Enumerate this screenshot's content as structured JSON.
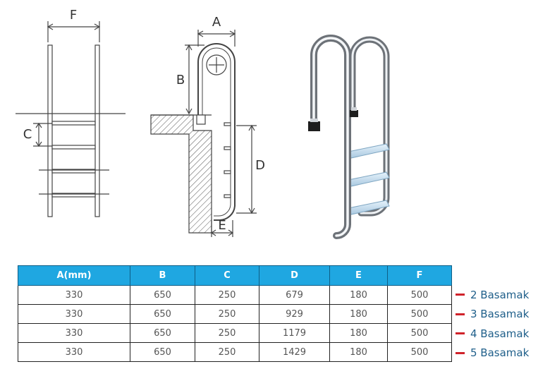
{
  "diagram": {
    "dimension_labels": {
      "a": "A",
      "b": "B",
      "c": "C",
      "d": "D",
      "e": "E",
      "f": "F"
    }
  },
  "table": {
    "headers": [
      "A(mm)",
      "B",
      "C",
      "D",
      "E",
      "F"
    ],
    "rows": [
      {
        "values": [
          "330",
          "650",
          "250",
          "679",
          "180",
          "500"
        ],
        "label": "2 Basamak"
      },
      {
        "values": [
          "330",
          "650",
          "250",
          "929",
          "180",
          "500"
        ],
        "label": "3 Basamak"
      },
      {
        "values": [
          "330",
          "650",
          "250",
          "1179",
          "180",
          "500"
        ],
        "label": "4 Basamak"
      },
      {
        "values": [
          "330",
          "650",
          "250",
          "1429",
          "180",
          "500"
        ],
        "label": "5 Basamak"
      }
    ]
  },
  "colors": {
    "header_bg": "#1fa7e1",
    "accent_dash": "#d0232b",
    "label_text": "#1f5f8a"
  }
}
